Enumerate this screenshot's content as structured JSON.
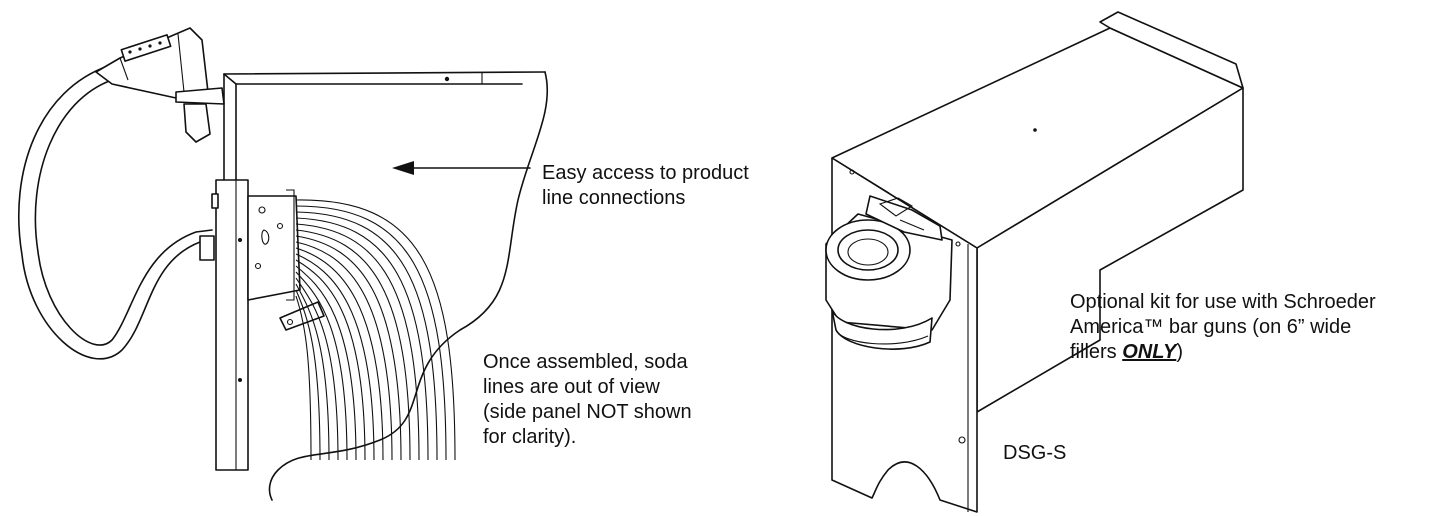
{
  "left_figure": {
    "access_callout": {
      "line1": "Easy access to product",
      "line2": "line connections"
    },
    "assembled_note": {
      "line1": "Once assembled, soda",
      "line2": "lines are out of view",
      "line3": "(side panel NOT shown",
      "line4": "for clarity)."
    }
  },
  "right_figure": {
    "kit_note": {
      "line1": "Optional kit for use with Schroeder",
      "line2": "America™ bar guns (on 6” wide",
      "line3_prefix": "fillers ",
      "line3_emphasis": "ONLY",
      "line3_suffix": ")"
    },
    "model_label": "DSG-S"
  },
  "colors": {
    "line_art": "#111111",
    "background": "#ffffff"
  }
}
